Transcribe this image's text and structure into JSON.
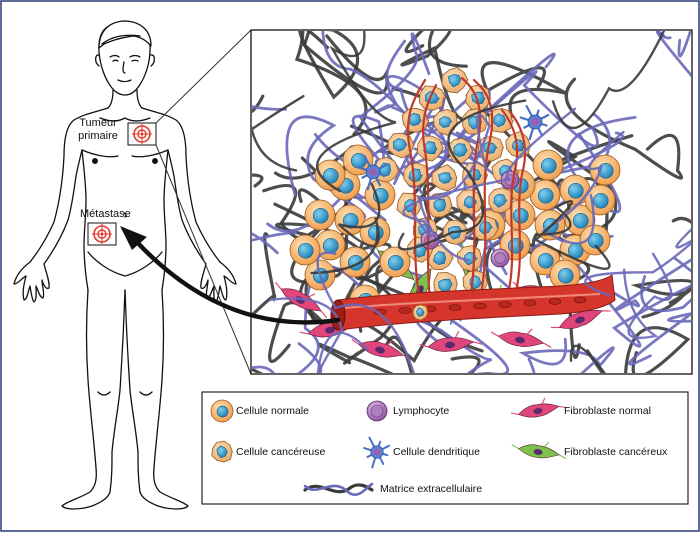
{
  "body_labels": {
    "primary_tumor_line1": "Tumeur",
    "primary_tumor_line2": "primaire",
    "metastasis": "Métastase"
  },
  "legend": {
    "normal_cell": "Cellule normale",
    "cancer_cell": "Cellule cancéreuse",
    "lymphocyte": "Lymphocyte",
    "dendritic_cell": "Cellule dendritique",
    "normal_fibroblast": "Fibroblaste normal",
    "cancer_fibroblast": "Fibroblaste cancéreux",
    "extracellular_matrix": "Matrice extracellulaire"
  },
  "colors": {
    "normal_cell": "#f4a95a",
    "nucleus": "#2f97c9",
    "cancer_cell": "#f3c58c",
    "lymphocyte": "#9b5ba8",
    "dendritic_cell": "#4a6fc4",
    "normal_fibroblast": "#e0457b",
    "cancer_fibroblast": "#7cc24a",
    "matrix_dark": "#3a3a3a",
    "matrix_purple": "#6a68b8",
    "vessel": "#d6352c",
    "target": "#e23a2e"
  }
}
